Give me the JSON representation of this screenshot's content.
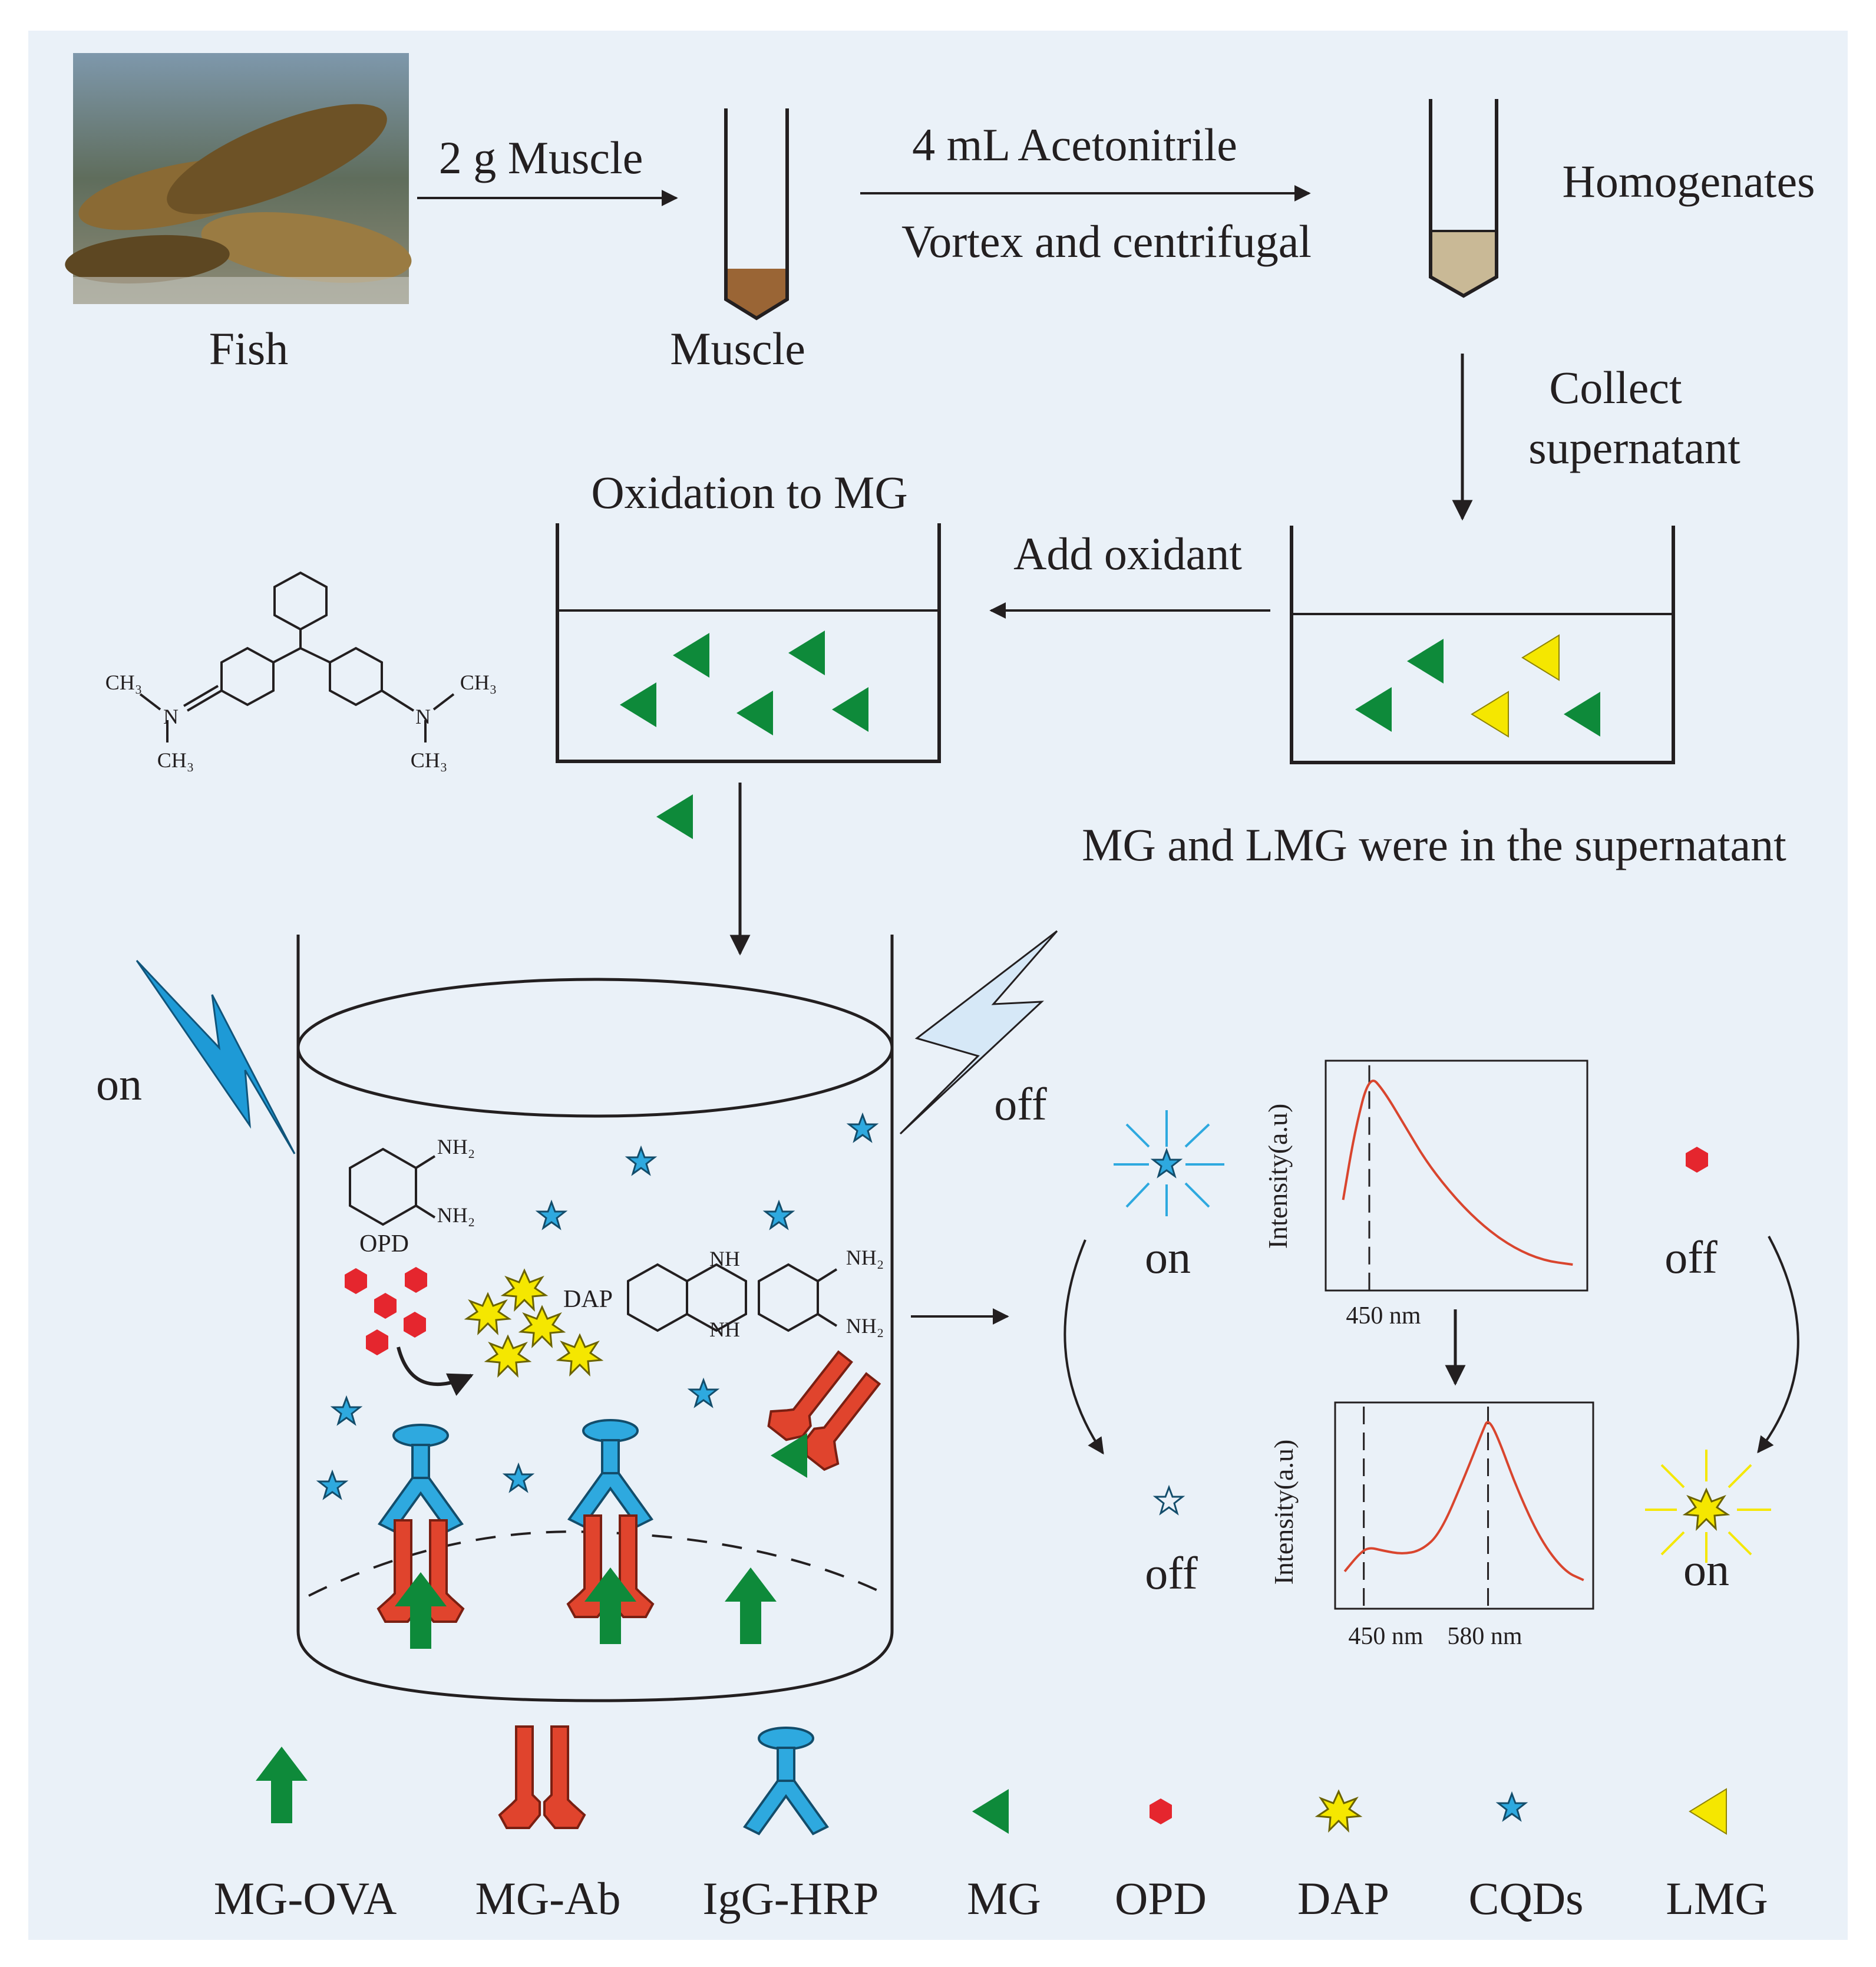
{
  "workflow": {
    "fish_label": "Fish",
    "step1_label": "2 g Muscle",
    "muscle_label": "Muscle",
    "step2_top": "4 mL Acetonitrile",
    "step2_bottom": "Vortex and centrifugal",
    "homogenates_label": "Homogenates",
    "collect_line1": "Collect",
    "collect_line2": "supernatant",
    "add_oxidant": "Add oxidant",
    "oxidation_label": "Oxidation to MG",
    "supernatant_note": "MG and LMG were in the supernatant"
  },
  "molecule": {
    "ch3_a": "CH₃",
    "ch3_b": "CH₃",
    "ch3_c": "CH₃",
    "ch3_d": "CH₃",
    "n_left": "N",
    "n_right": "N"
  },
  "reaction": {
    "on_left": "on",
    "off_right": "off",
    "nh2_a": "NH₂",
    "nh2_b": "NH₂",
    "opd_label": "OPD",
    "dap_label": "DAP",
    "nh_a": "NH",
    "nh_b": "NH",
    "nh2_c": "NH₂",
    "nh2_d": "NH₂"
  },
  "results": {
    "on1": "on",
    "off1": "off",
    "off2": "off",
    "on2": "on"
  },
  "chart_data": [
    {
      "type": "line",
      "ylabel": "Intensity(a.u)",
      "xlabel": "",
      "x_tick_labels": [
        "450 nm"
      ],
      "series": [
        {
          "x": [
            432,
            440,
            450,
            460,
            475,
            490,
            510,
            530,
            550,
            570,
            590
          ],
          "values": [
            0.38,
            0.72,
            1.0,
            0.92,
            0.74,
            0.56,
            0.38,
            0.24,
            0.14,
            0.08,
            0.06
          ]
        }
      ],
      "markers": [
        450
      ]
    },
    {
      "type": "line",
      "ylabel": "Intensity(a.u)",
      "xlabel": "",
      "x_tick_labels": [
        "450 nm",
        "580 nm"
      ],
      "series": [
        {
          "x": [
            430,
            445,
            455,
            470,
            490,
            510,
            530,
            555,
            575,
            580,
            590,
            610,
            635,
            660,
            680
          ],
          "values": [
            0.12,
            0.22,
            0.26,
            0.24,
            0.22,
            0.24,
            0.34,
            0.66,
            0.94,
            1.0,
            0.9,
            0.6,
            0.3,
            0.12,
            0.07
          ]
        }
      ],
      "markers": [
        450,
        580
      ]
    }
  ],
  "legend": {
    "items": [
      "MG-OVA",
      "MG-Ab",
      "IgG-HRP",
      "MG",
      "OPD",
      "DAP",
      "CQDs",
      "LMG"
    ]
  },
  "colors": {
    "background": "#eaf1f8",
    "mg": "#0e8a3a",
    "lmg": "#f5e700",
    "opd": "#e5262e",
    "antibody": "#e0442d",
    "igg": "#2ea9df",
    "cqd": "#2ea9df",
    "dap": "#f5e700",
    "curve": "#d9452e"
  }
}
